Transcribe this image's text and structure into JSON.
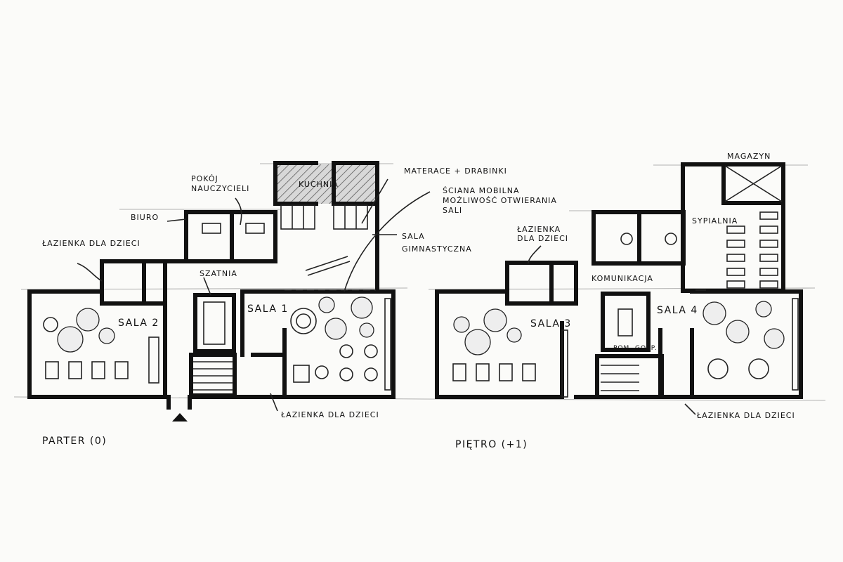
{
  "ground_floor": {
    "title": "PARTER (0)",
    "rooms": {
      "teachers_room": [
        "POKÓJ",
        "NAUCZYCIELI"
      ],
      "office": "BIURO",
      "children_bathroom_top": "ŁAZIENKA DLA DZIECI",
      "kitchen": "KUCHNIA",
      "mats": "MATERACE + DRABINKI",
      "mobile_wall": [
        "ŚCIANA MOBILNA",
        "MOŻLIWOŚĆ OTWIERANIA",
        "SALI"
      ],
      "gym": [
        "SALA",
        "GIMNASTYCZNA"
      ],
      "cloakroom": "SZATNIA",
      "room1": "SALA 1",
      "room2": "SALA 2",
      "children_bathroom_bottom": "ŁAZIENKA DLA DZIECI"
    }
  },
  "first_floor": {
    "title": "PIĘTRO (+1)",
    "rooms": {
      "storage": "MAGAZYN",
      "bedroom": "SYPIALNIA",
      "children_bathroom_top": [
        "ŁAZIENKA",
        "DLA DZIECI"
      ],
      "circulation": "KOMUNIKACJA",
      "room3": "SALA 3",
      "room4": "SALA 4",
      "utility": "POM. GOSP.",
      "children_bathroom_bottom": "ŁAZIENKA DLA DZIECI"
    }
  }
}
